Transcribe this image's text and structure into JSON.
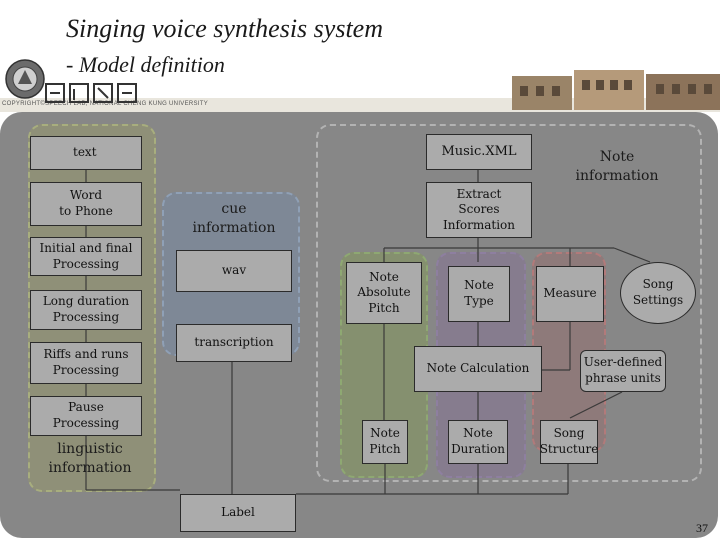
{
  "slide": {
    "title_line1": "Singing voice synthesis system",
    "title_line2": "- Model definition",
    "copyright": "COPYRIGHT©SPEECH LAB, NATIONAL CHENG KUNG UNIVERSITY",
    "page_number": "37"
  },
  "diagram": {
    "left_column": {
      "text": "text",
      "word_to_phone": "Word\nto Phone",
      "initial_final": "Initial and final\nProcessing",
      "long_duration": "Long duration\nProcessing",
      "riffs_runs": "Riffs and runs\nProcessing",
      "pause": "Pause\nProcessing",
      "region_label": "linguistic\ninformation"
    },
    "cue": {
      "region_label": "cue\ninformation",
      "wav": "wav",
      "transcription": "transcription"
    },
    "note": {
      "region_label": "Note\ninformation",
      "musicxml": "Music.XML",
      "extract": "Extract\nScores\nInformation",
      "absolute_pitch": "Note\nAbsolute\nPitch",
      "note_type": "Note\nType",
      "measure": "Measure",
      "song_settings": "Song\nSettings",
      "note_calc": "Note Calculation",
      "user_phrase": "User-defined\nphrase units",
      "note_pitch": "Note\nPitch",
      "note_duration": "Note\nDuration",
      "song_structure": "Song\nStructure"
    },
    "label": "Label",
    "colors": {
      "panel": "#878787",
      "box": "#ababab",
      "region_linguistic": "#a8ae7e",
      "region_cue": "#8fa0b6",
      "region_note": "#b3b3b3",
      "region_pitch": "#8ea872",
      "region_type": "#8e7fa0",
      "region_measure": "#b27a7a"
    }
  }
}
